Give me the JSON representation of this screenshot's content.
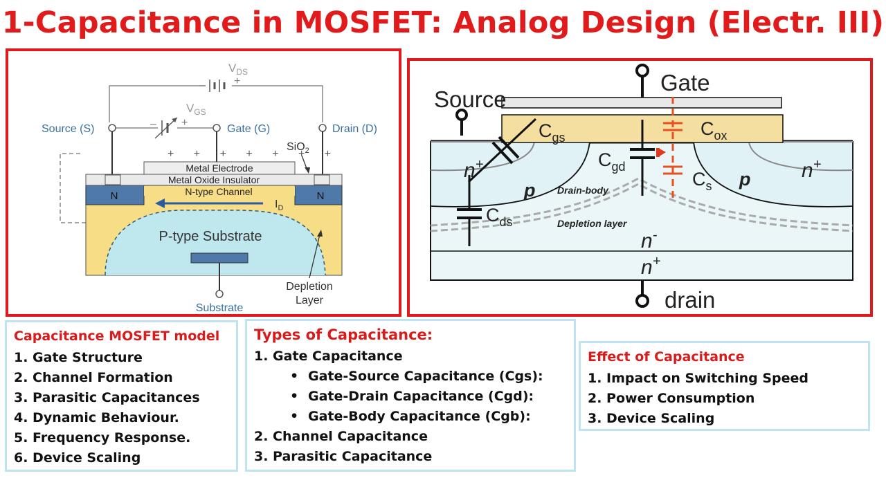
{
  "title": "1-Capacitance in MOSFET: Analog Design (Electr. III)",
  "colors": {
    "accent_red": "#e0191e",
    "box_border": "#bfe3ef",
    "label_blue": "#3a6fa0"
  },
  "left_diagram": {
    "vds": "V",
    "vds_sub": "DS",
    "vgs": "V",
    "vgs_sub": "GS",
    "source": "Source (S)",
    "gate": "Gate (G)",
    "drain": "Drain (D)",
    "sio2": "SiO",
    "sio2_sub": "2",
    "metal_electrode": "Metal Electrode",
    "oxide": "Metal Oxide Insulator",
    "n_left": "N",
    "n_right": "N",
    "channel": "N-type Channel",
    "id": "I",
    "id_sub": "D",
    "substrate_region": "P-type Substrate",
    "depletion": "Depletion",
    "depletion2": "Layer",
    "substrate": "Substrate",
    "plus": "+",
    "minus": "–"
  },
  "right_diagram": {
    "gate": "Gate",
    "source": "Source",
    "drain": "drain",
    "cgs": "C",
    "cgs_sub": "gs",
    "cox": "C",
    "cox_sub": "ox",
    "cgd": "C",
    "cgd_sub": "gd",
    "cs": "C",
    "cs_sub": "s",
    "cds": "C",
    "cds_sub": "ds",
    "nplus": "n",
    "plus": "+",
    "p": "p",
    "drain_body": "Drain-body",
    "depletion_layer": "Depletion layer",
    "nminus": "n",
    "minus": "-"
  },
  "model_box": {
    "heading": "Capacitance MOSFET model",
    "items": [
      "1. Gate Structure",
      "2. Channel Formation",
      "3. Parasitic Capacitances",
      "4. Dynamic Behaviour.",
      "5. Frequency Response.",
      "6. Device Scaling"
    ]
  },
  "types_box": {
    "heading": "Types of Capacitance:",
    "item1": "1. Gate Capacitance",
    "bullet": "•",
    "subitems": [
      "Gate-Source Capacitance (Cgs):",
      "Gate-Drain Capacitance (Cgd):",
      "Gate-Body Capacitance (Cgb):"
    ],
    "item2": "2. Channel Capacitance",
    "item3": "3. Parasitic Capacitance"
  },
  "effect_box": {
    "heading": "Effect of Capacitance",
    "items": [
      "1. Impact on Switching Speed",
      "2. Power Consumption",
      "3. Device Scaling"
    ]
  }
}
